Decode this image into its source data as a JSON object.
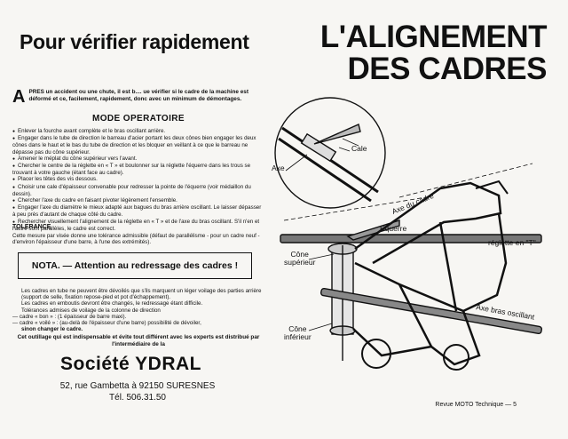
{
  "title_left": "Pour vérifier rapidement",
  "title_right_line1": "L'ALIGNEMENT",
  "title_right_line2": "DES CADRES",
  "intro": {
    "dropcap": "A",
    "text": "PRES un accident ou une chute, il est b.... ue vérifier si le cadre de la machine est déformé et ce, facilement, rapidement, donc avec un minimum de démontages."
  },
  "mode_title": "MODE OPERATOIRE",
  "steps": [
    "Enlever la fourche avant complète et le bras oscillant arrière.",
    "Engager dans le tube de direction le barreau d'acier portant les deux cônes bien engager les deux cônes dans le haut et le bas du tube de direction et les bloquer en veillant à ce que le barreau ne dépasse pas du cône supérieur.",
    "Amener le méplat du cône supérieur vers l'avant.",
    "Chercher le centre de la réglette en « T » et boulonner sur la réglette l'équerre dans les trous se trouvant à votre gauche (étant face au cadre).",
    "Placer les têtes des vis dessous.",
    "Choisir une cale d'épaisseur convenable pour redresser la pointe de l'équerre (voir médaillon du dessin).",
    "Chercher l'axe du cadre en faisant pivoter légèrement l'ensemble.",
    "Engager l'axe du diamètre le mieux adapté aux bagues du bras arrière oscillant. Le laisser dépasser à peu près d'autant de chaque côté du cadre.",
    "Rechercher visuellement l'alignement de la réglette en « T » et de l'axe du bras oscillant. S'il n'en et l'autre sont parallèles, le cadre est correct."
  ],
  "tolerance_title": "TOLERANCE",
  "tolerance_text": "Cette mesure par visée donne une tolérance admissible (défaut de parallélisme - pour un cadre neuf - d'environ l'épaisseur d'une barre, à l'une des extrémités).",
  "nota": "NOTA. — Attention au redressage des cadres !",
  "nota_paragraph": [
    "Les cadres en tube ne peuvent être dévoilés que s'ils marquent un léger voilage des parties arrière (support de selle, fixation repose-pied et pot d'échappement).",
    "Les cadres en emboutis devront être changés, le redressage étant difficile.",
    "Tolérances admises de voilage de la colonne de direction",
    "— cadre « bon » : (1 épaisseur de barre maxi).",
    "— cadre « voilé » : (au-delà de l'épaisseur d'une barre) possibilité de dévoiler,",
    "sinon changer le cadre."
  ],
  "final_note": "Cet outillage qui est indispensable et évite tout différent avec les experts est distribué par l'intermédiaire de la",
  "company": {
    "name": "Société YDRAL",
    "address": "52, rue Gambetta à 92150 SURESNES",
    "phone": "Tél. 506.31.50"
  },
  "footer": "Revue MOTO Technique — 5",
  "diagram_labels": {
    "cale": "Cale",
    "axe": "Axe",
    "axe_du_cadre": "Axe du cadre",
    "equerre": "Equerre",
    "reglette": "réglette en \"T\"",
    "cone_superieur": [
      "Cône",
      "supérieur"
    ],
    "cone_inferieur": [
      "Cône",
      "inférieur"
    ],
    "axe_bras_oscillant": "Axe bras oscillant"
  }
}
